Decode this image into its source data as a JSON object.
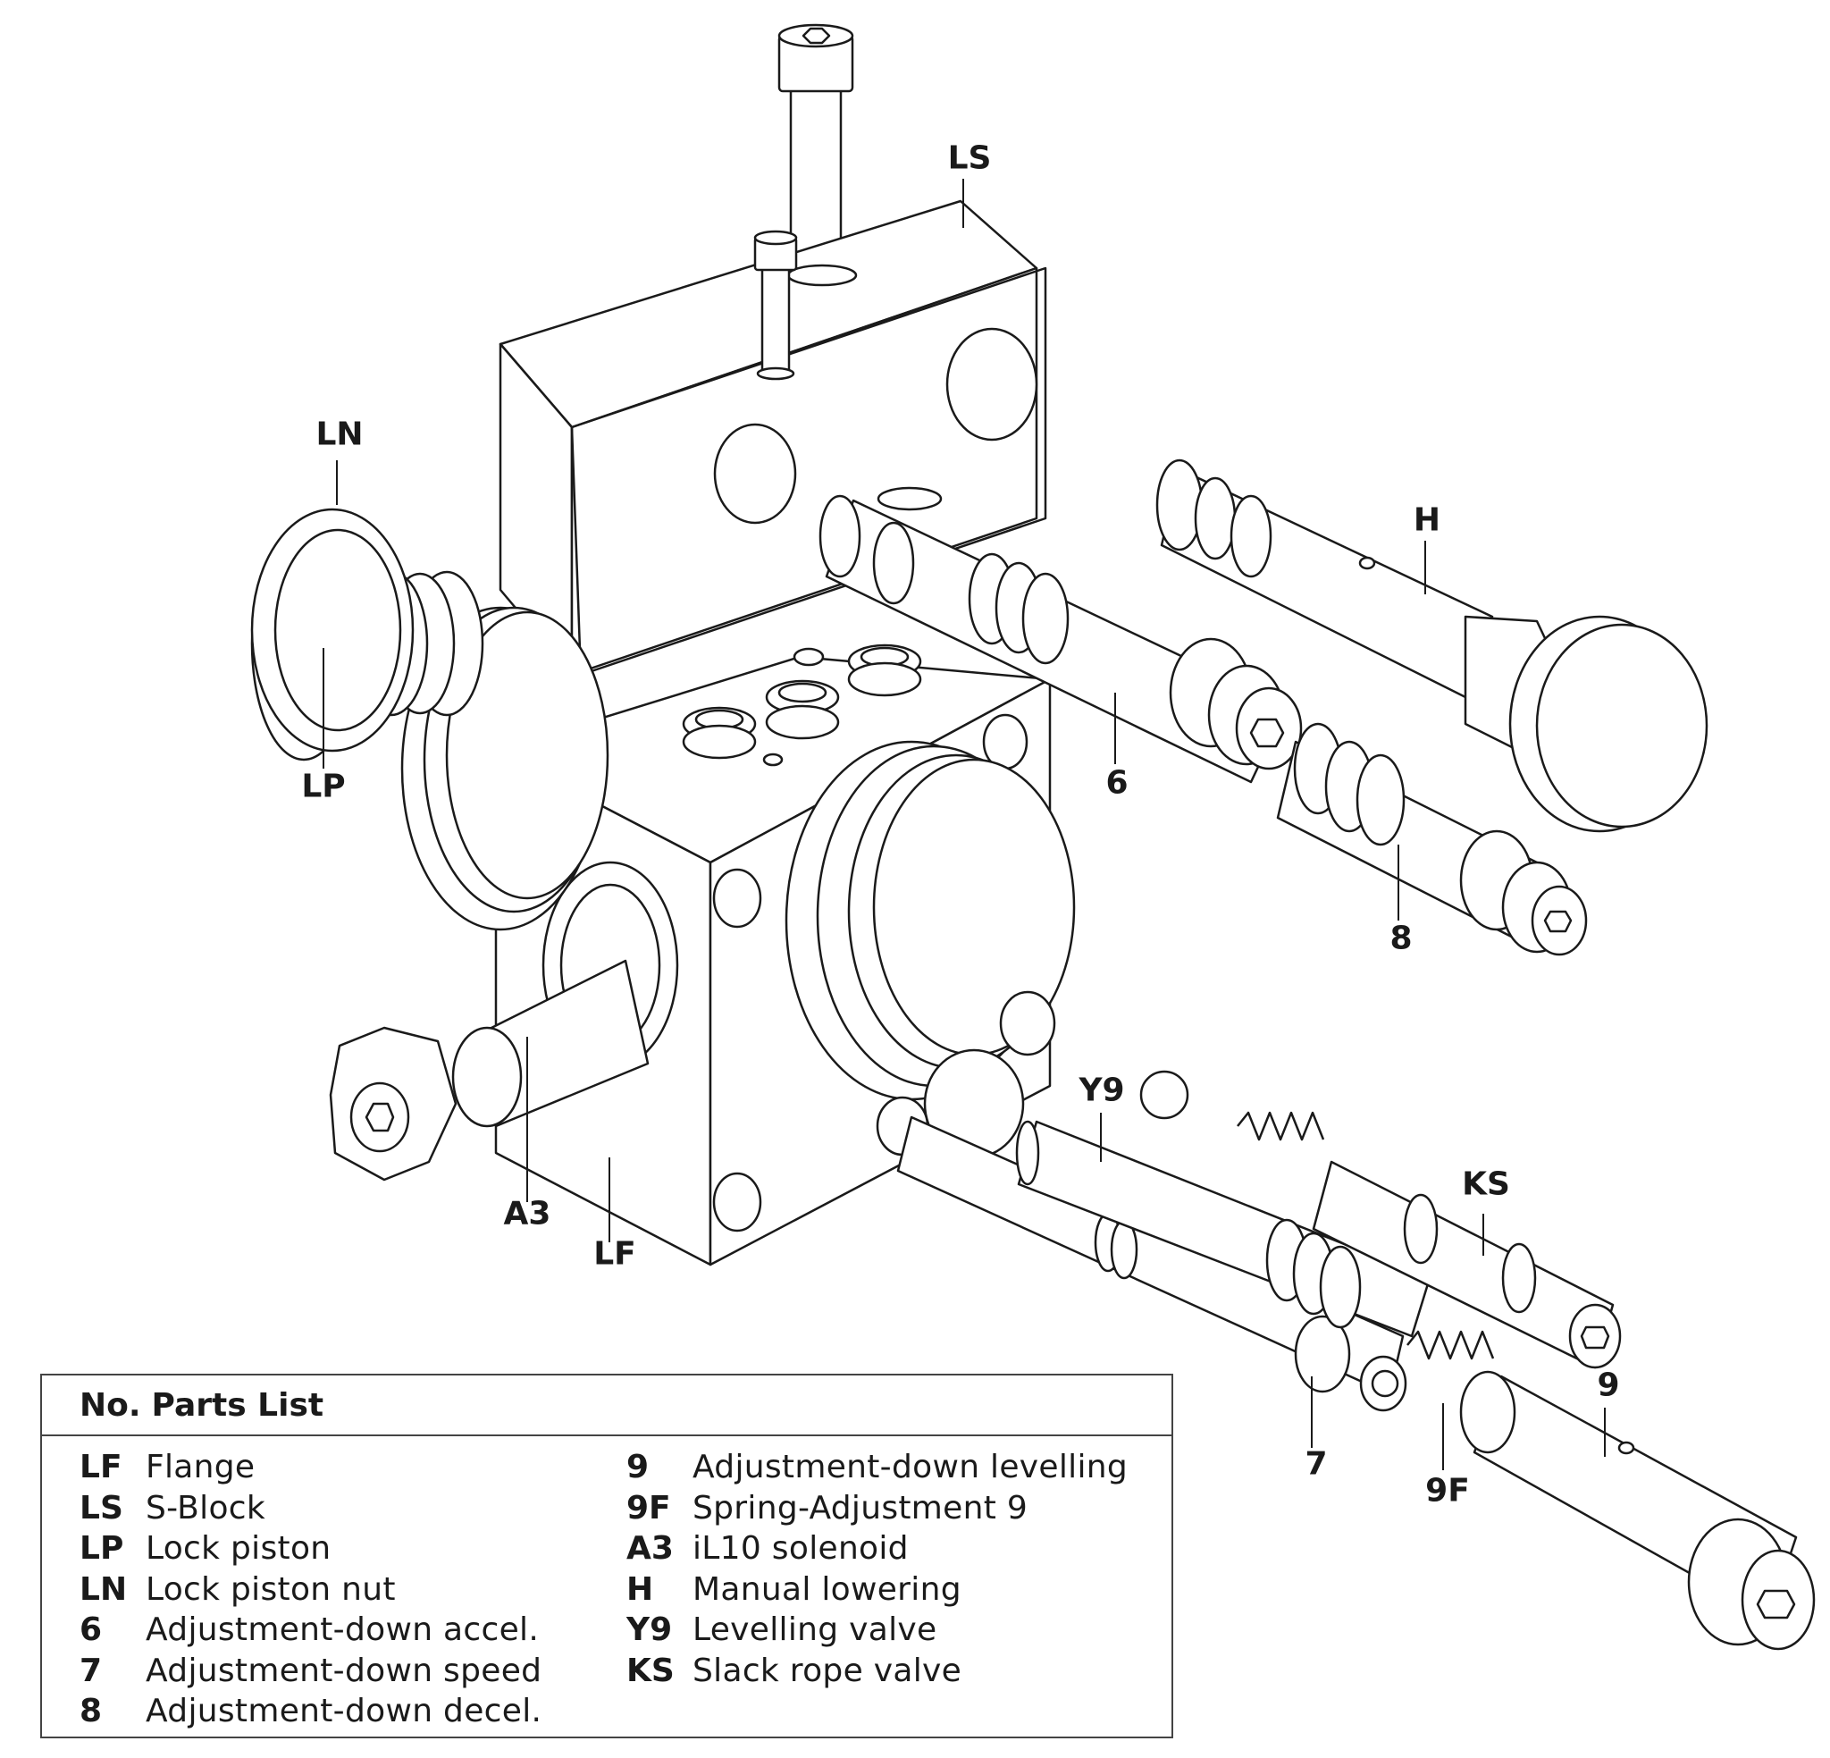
{
  "callouts": {
    "LS": "LS",
    "LN": "LN",
    "LP": "LP",
    "H": "H",
    "six": "6",
    "eight": "8",
    "Y9": "Y9",
    "KS": "KS",
    "A3": "A3",
    "LF": "LF",
    "nine": "9",
    "seven": "7",
    "nineF": "9F"
  },
  "parts_list": {
    "header_no": "No.",
    "header_title": "Parts List",
    "left": [
      {
        "code": "LF",
        "name": "Flange"
      },
      {
        "code": "LS",
        "name": "S-Block"
      },
      {
        "code": "LP",
        "name": "Lock piston"
      },
      {
        "code": "LN",
        "name": "Lock piston nut"
      },
      {
        "code": "6",
        "name": "Adjustment-down accel."
      },
      {
        "code": "7",
        "name": "Adjustment-down speed"
      },
      {
        "code": "8",
        "name": "Adjustment-down decel."
      }
    ],
    "right": [
      {
        "code": "9",
        "name": "Adjustment-down levelling"
      },
      {
        "code": "9F",
        "name": "Spring-Adjustment 9"
      },
      {
        "code": "A3",
        "name": "iL10 solenoid"
      },
      {
        "code": "H",
        "name": "Manual lowering"
      },
      {
        "code": "Y9",
        "name": "Levelling valve"
      },
      {
        "code": "KS",
        "name": "Slack rope valve"
      }
    ]
  },
  "colors": {
    "line": "#1a1a1a",
    "fill": "#ffffff"
  }
}
